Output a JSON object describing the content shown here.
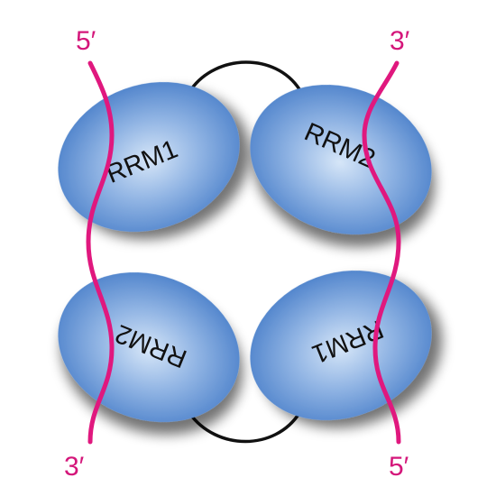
{
  "colors": {
    "domain_fill": "#3b74c4",
    "domain_highlight": "#d6e6f8",
    "rna_strand": "#e0187e",
    "linker": "#111111",
    "end_label": "#d4167a"
  },
  "strands": {
    "left": {
      "top_label": "5′",
      "bottom_label": "3′"
    },
    "right": {
      "top_label": "3′",
      "bottom_label": "5′"
    }
  },
  "domains": {
    "top_left": "RRM1",
    "top_right": "RRM2",
    "bottom_left": "RRM2",
    "bottom_right": "RRM1"
  }
}
